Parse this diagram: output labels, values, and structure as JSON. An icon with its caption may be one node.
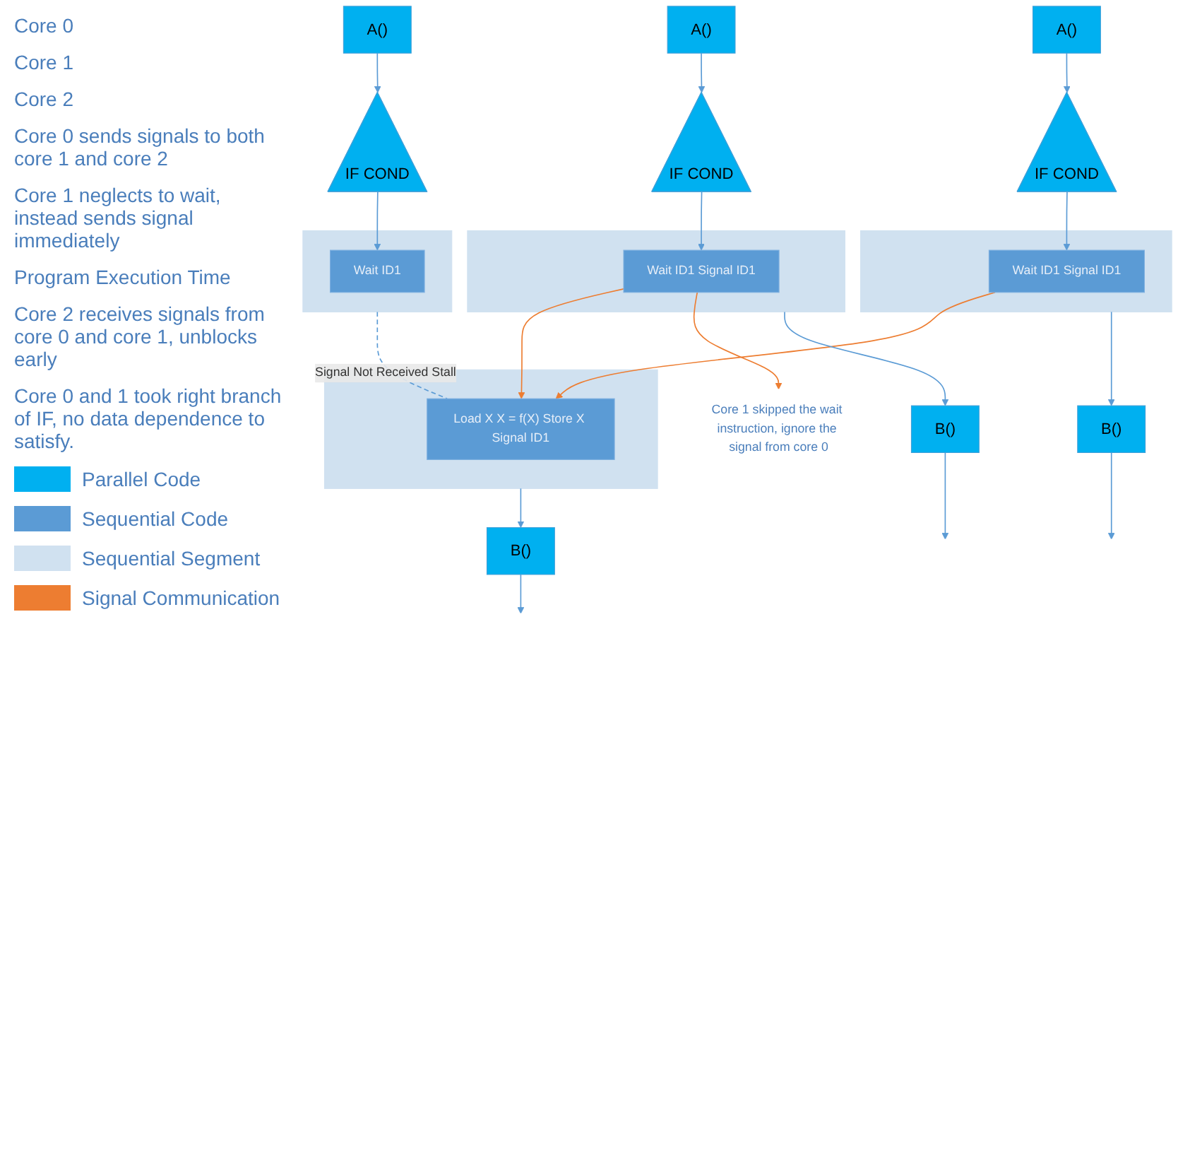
{
  "diagram": {
    "nodes": [
      {
        "text": [
          "A()"
        ]
      },
      {
        "text": [
          "IF COND"
        ]
      },
      {
        "text": [],
        "shape": "box"
      },
      {
        "text": [
          "Wait ID1 Signal ID1"
        ],
        "in": 2
      },
      {
        "text": [
          "B()"
        ]
      },
      {
        "text": [
          "A()"
        ]
      },
      {
        "text": [
          "IF COND"
        ]
      },
      {
        "text": [],
        "shape": "box"
      },
      {
        "text": [
          "Wait ID1 Signal ID1"
        ],
        "in": 7
      },
      {
        "text": [
          "B()"
        ]
      },
      {
        "text": [
          "A()"
        ]
      },
      {
        "text": [
          "IF COND"
        ]
      },
      {
        "text": [],
        "shape": "box"
      },
      {
        "text": [
          "Wait ID1"
        ],
        "in": 12
      },
      {
        "text": [],
        "shape": "box"
      },
      {
        "text": [
          "Load X X = f(X) Store X Signal ID1"
        ],
        "in": 14
      },
      {
        "text": [
          "B()"
        ]
      },
      {
        "text": [
          "Core 1 skipped the wait instruction, ignore the signal from core 0"
        ]
      }
    ],
    "edges": [
      {
        "from": 0,
        "to": 1,
        "arrow": "to"
      },
      {
        "from": 1,
        "to": 3,
        "arrow": "to"
      },
      {
        "from": 2,
        "to": 4,
        "arrow": "to"
      },
      {
        "from": 4,
        "to": null,
        "arrow": "to"
      },
      {
        "from": 5,
        "to": 6,
        "arrow": "to"
      },
      {
        "from": 6,
        "to": 8,
        "arrow": "to"
      },
      {
        "from": 7,
        "to": 9,
        "arrow": "to"
      },
      {
        "from": 9,
        "to": null,
        "arrow": "to"
      },
      {
        "from": 10,
        "to": 11,
        "arrow": "to"
      },
      {
        "from": 11,
        "to": 13,
        "arrow": "to"
      },
      {
        "from": 12,
        "to": 15,
        "arrow": "none",
        "style": "dashed",
        "label": "Signal Not Received Stall"
      },
      {
        "from": 14,
        "to": 16,
        "arrow": "to"
      },
      {
        "from": 16,
        "to": null,
        "arrow": "to"
      },
      {
        "from": 3,
        "to": 15,
        "arrow": "to",
        "color": "#ed7d31"
      },
      {
        "from": 3,
        "to": 17,
        "arrow": "to",
        "color": "#ed7d31"
      },
      {
        "from": 8,
        "to": 15,
        "arrow": "to",
        "color": "#ed7d31"
      }
    ],
    "labels": [
      "Core 0",
      "Core 1",
      "Core 2",
      "Core 0 sends signals to both core 1 and core 2",
      "Core 1 neglects to wait, instead sends signal immediately",
      "Program Execution Time",
      "Core 2 receives signals from core 0 and core 1, unblocks early",
      "Core 0 and 1 took right branch of IF, no data dependence to satisfy."
    ],
    "legend": [
      {
        "text": "Parallel Code",
        "color": "#00b0f0"
      },
      {
        "text": "Sequential Code",
        "color": "#5b9bd5"
      },
      {
        "text": "Sequential Segment",
        "color": "#d0e1f0"
      },
      {
        "text": "Signal Communication",
        "color": "#ed7d31"
      }
    ]
  }
}
